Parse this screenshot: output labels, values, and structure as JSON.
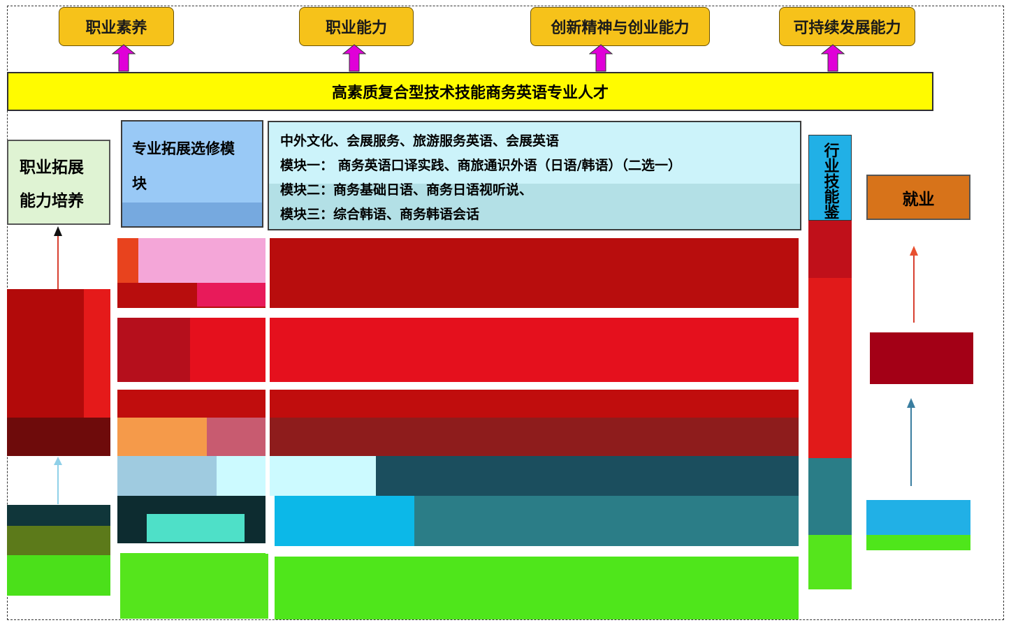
{
  "top_boxes": [
    "职业素养",
    "职业能力",
    "创新精神与创业能力",
    "可持续发展能力"
  ],
  "banner": "高素质复合型技术技能商务英语专业人才",
  "left_box": [
    "职业拓展",
    "能力培养"
  ],
  "module_title": [
    "专业拓展选修模",
    "块"
  ],
  "module_lines": [
    "中外文化、会展服务、旅游服务英语、会展英语",
    "模块一：  商务英语口译实践、商旅通识外语（日语/韩语）（二选一）",
    "模块二：商务基础日语、商务日语视听说、",
    "模块三：综合韩语、商务韩语会话"
  ],
  "vertical_label": "行业技能鉴",
  "job_label": "就业",
  "colors": {
    "top_box": "#f6c21a",
    "banner": "#fffb00",
    "arrow": "#e000d8",
    "left_box": "#dff3d3",
    "module_title": "#99c9f6",
    "module_list": "#ccf3fa",
    "vertical_box": "#21b0e6",
    "job_box": "#d7731a"
  }
}
